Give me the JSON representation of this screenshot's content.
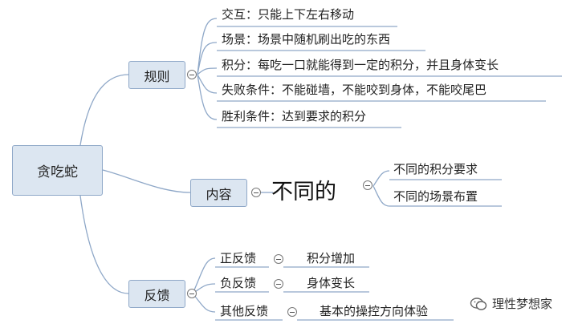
{
  "root": {
    "label": "贪吃蛇"
  },
  "branches": {
    "rules": {
      "label": "规则",
      "items": [
        "交互：只能上下左右移动",
        "场景：场景中随机刷出吃的东西",
        "积分：每吃一口就能得到一定的积分，并且身体变长",
        "失败条件：不能碰墙，不能咬到身体，不能咬尾巴",
        "胜利条件：达到要求的积分"
      ]
    },
    "content": {
      "label": "内容",
      "sub_label": "不同的",
      "items": [
        "不同的积分要求",
        "不同的场景布置"
      ]
    },
    "feedback": {
      "label": "反馈",
      "items": [
        {
          "label": "正反馈",
          "detail": "积分增加"
        },
        {
          "label": "负反馈",
          "detail": "身体变长"
        },
        {
          "label": "其他反馈",
          "detail": "基本的操控方向体验"
        }
      ]
    }
  },
  "watermark": {
    "text": "理性梦想家"
  },
  "colors": {
    "node_fill": "#dce6f1",
    "node_border": "#8fa8c8",
    "line": "#8fa8c8"
  }
}
